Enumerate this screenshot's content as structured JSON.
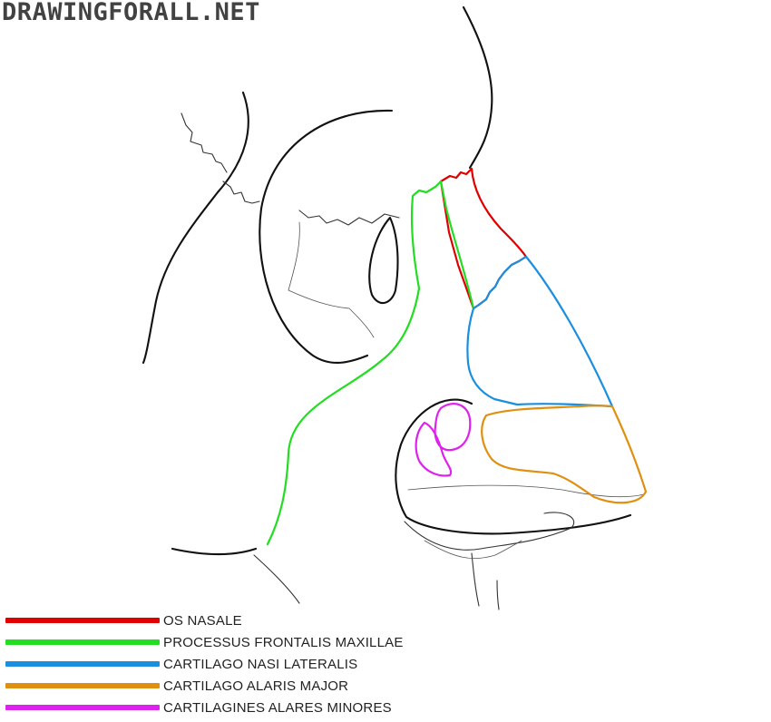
{
  "watermark": "DRAWINGFORALL.NET",
  "legend": [
    {
      "label": "OS NASALE",
      "color": "#e00000"
    },
    {
      "label": "PROCESSUS FRONTALIS MAXILLAE",
      "color": "#22dd22"
    },
    {
      "label": "CARTILAGO NASI LATERALIS",
      "color": "#1a8fe0"
    },
    {
      "label": "CARTILAGO ALARIS MAJOR",
      "color": "#e09010"
    },
    {
      "label": "CARTILAGINES ALARES MINORES",
      "color": "#dd22ee"
    }
  ]
}
